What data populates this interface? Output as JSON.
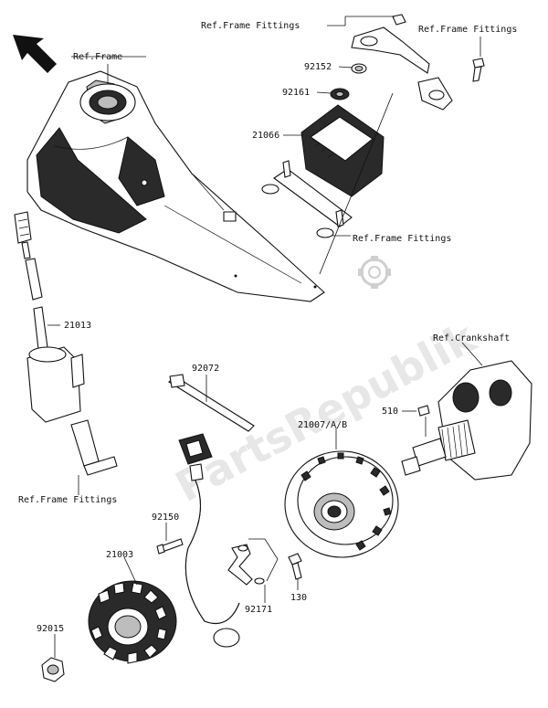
{
  "watermark": "PartsRepublik",
  "labels": {
    "ref_frame": "Ref.Frame",
    "ref_frame_fittings_top": "Ref.Frame Fittings",
    "ref_frame_fittings_right": "Ref.Frame Fittings",
    "ref_frame_fittings_mid": "Ref.Frame Fittings",
    "ref_frame_fittings_left": "Ref.Frame Fittings",
    "ref_crankshaft": "Ref.Crankshaft",
    "p92152": "92152",
    "p92161": "92161",
    "p21066": "21066",
    "p21013": "21013",
    "p92072": "92072",
    "p21007": "21007/A/B",
    "p510": "510",
    "p92150": "92150",
    "p21003": "21003",
    "p130": "130",
    "p92171": "92171",
    "p92015": "92015"
  },
  "icons": {
    "direction": "front-arrow-icon",
    "logo": "gear-logo-icon"
  }
}
